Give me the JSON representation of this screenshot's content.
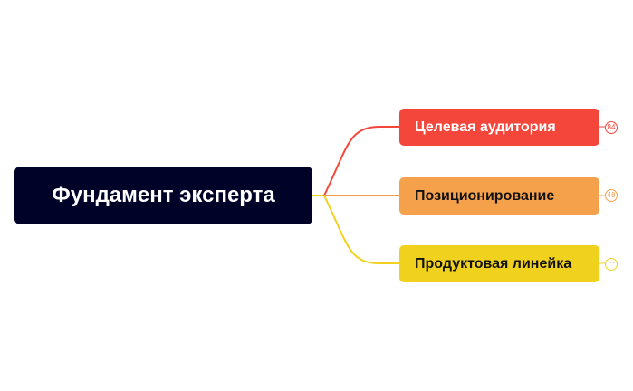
{
  "root": {
    "label": "Фундамент эксперта",
    "color": "#000327"
  },
  "branches": [
    {
      "label": "Целевая аудитория",
      "color": "#f5463c",
      "collapsed_count": "84"
    },
    {
      "label": "Позиционирование",
      "color": "#f5a04a",
      "collapsed_count": "48"
    },
    {
      "label": "Продуктовая линейка",
      "color": "#f0d21e",
      "collapsed_count": "···"
    }
  ]
}
